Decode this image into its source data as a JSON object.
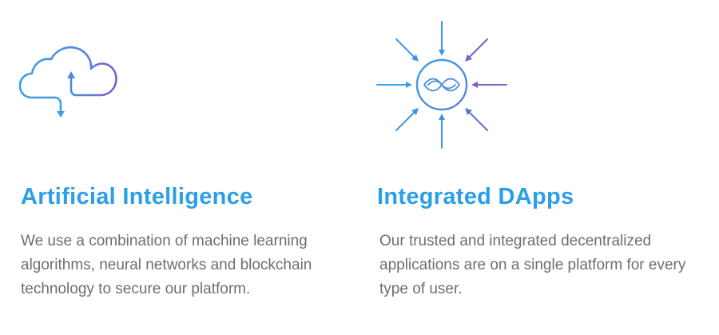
{
  "colors": {
    "title": "#2b9fe6",
    "body_text": "#6e6e6e",
    "icon_blue": "#3aa0e8",
    "icon_purple": "#7b5fc9",
    "background": "#ffffff"
  },
  "features": [
    {
      "icon": "cloud-sync-icon",
      "title": "Artificial Intelligence",
      "description": "We use a combination of machine learning algorithms, neural networks and blockchain technology to secure our platform."
    },
    {
      "icon": "converging-arrows-hub-icon",
      "title": "Integrated DApps",
      "description": "Our trusted and integrated decentralized applications are on a single platform for every type of user."
    }
  ]
}
